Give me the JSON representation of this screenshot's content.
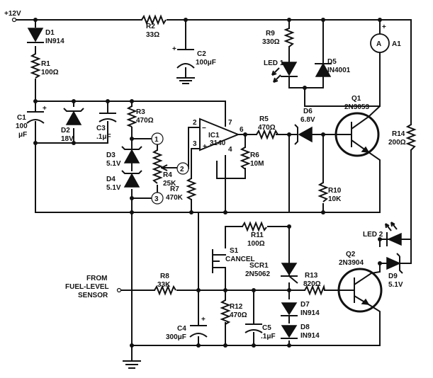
{
  "supply": {
    "label": "+12V"
  },
  "resistors": {
    "r1": {
      "name": "R1",
      "value": "100Ω"
    },
    "r2": {
      "name": "R2",
      "value": "33Ω"
    },
    "r3": {
      "name": "R3",
      "value": "470Ω"
    },
    "r4": {
      "name": "R4",
      "value": "25K"
    },
    "r5": {
      "name": "R5",
      "value": "470Ω"
    },
    "r6": {
      "name": "R6",
      "value": "10M"
    },
    "r7": {
      "name": "R7",
      "value": "470K"
    },
    "r8": {
      "name": "R8",
      "value": "33K"
    },
    "r9": {
      "name": "R9",
      "value": "330Ω"
    },
    "r10": {
      "name": "R10",
      "value": "10K"
    },
    "r11": {
      "name": "R11",
      "value": "100Ω"
    },
    "r12": {
      "name": "R12",
      "value": "470Ω"
    },
    "r13": {
      "name": "R13",
      "value": "820Ω"
    },
    "r14": {
      "name": "R14",
      "value": "200Ω"
    }
  },
  "capacitors": {
    "c1": {
      "name": "C1",
      "value1": "100",
      "value2": "μF"
    },
    "c2": {
      "name": "C2",
      "value": "100μF"
    },
    "c3": {
      "name": "C3",
      "value": ".1μF"
    },
    "c4": {
      "name": "C4",
      "value": "300μF"
    },
    "c5": {
      "name": "C5",
      "value": ".1μF"
    }
  },
  "diodes": {
    "d1": {
      "name": "D1",
      "value": "IN914"
    },
    "d2": {
      "name": "D2",
      "value": "18V"
    },
    "d3": {
      "name": "D3",
      "value": "5.1V"
    },
    "d4": {
      "name": "D4",
      "value": "5.1V"
    },
    "d5": {
      "name": "D5",
      "value": "IN4001"
    },
    "d6": {
      "name": "D6",
      "value": "6.8V"
    },
    "d7": {
      "name": "D7",
      "value": "IN914"
    },
    "d8": {
      "name": "D8",
      "value": "IN914"
    },
    "d9": {
      "name": "D9",
      "value": "5.1V"
    }
  },
  "leds": {
    "led1": {
      "name": "LED 1"
    },
    "led2": {
      "name": "LED 2"
    }
  },
  "transistors": {
    "q1": {
      "name": "Q1",
      "value": "2N3053"
    },
    "q2": {
      "name": "Q2",
      "value": "2N3904"
    }
  },
  "scr": {
    "name": "SCR1",
    "value": "2N5062"
  },
  "ic": {
    "name": "IC1",
    "value": "3140",
    "minus": "−",
    "plus": "+",
    "pins": [
      "2",
      "3",
      "7",
      "6",
      "4"
    ]
  },
  "meter": {
    "symbol": "A",
    "name": "A1",
    "plus": "+"
  },
  "switch": {
    "name": "S1",
    "value": "CANCEL"
  },
  "pot_nodes": [
    "1",
    "2",
    "3"
  ],
  "input": {
    "line1": "FROM",
    "line2": "FUEL-LEVEL",
    "line3": "SENSOR"
  }
}
